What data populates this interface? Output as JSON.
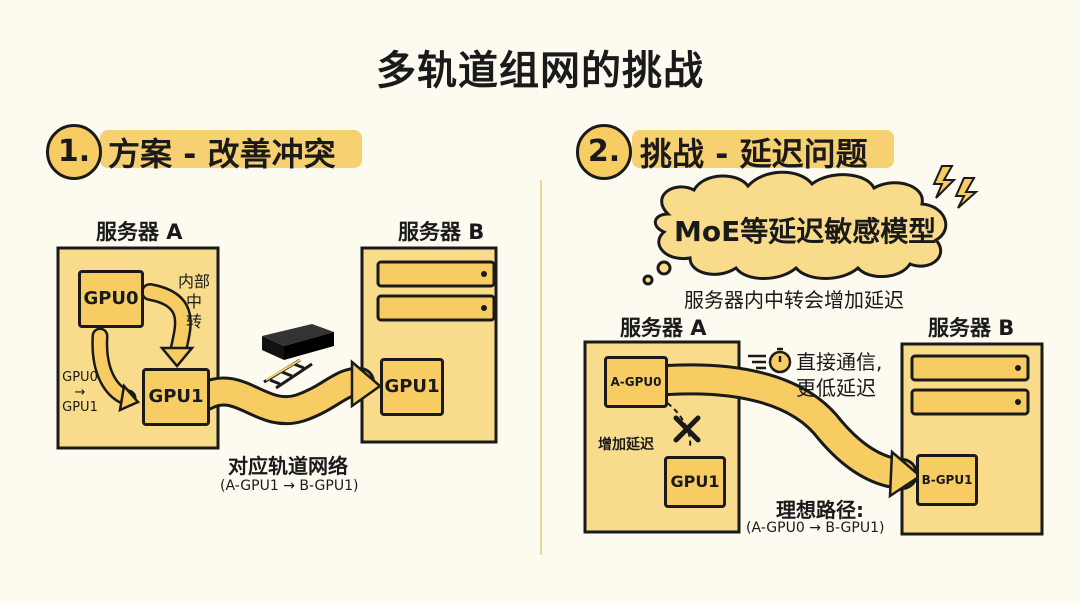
{
  "title": "多轨道组网的挑战",
  "section1": {
    "number": "1.",
    "title": "方案 - 改善冲突",
    "server_a": "服务器 A",
    "server_b": "服务器 B",
    "gpu0": "GPU0",
    "gpu1_a": "GPU1",
    "gpu1_b": "GPU1",
    "internal_relay": [
      "内部",
      "中",
      "转"
    ],
    "gpu0_to_gpu1": [
      "GPU0",
      "→",
      "GPU1"
    ],
    "rail_network": "对应轨道网络",
    "rail_path": "(A-GPU1 → B-GPU1)"
  },
  "section2": {
    "number": "2.",
    "title": "挑战 - 延迟问题",
    "bubble": "MoE等延迟敏感模型",
    "subtitle": "服务器内中转会增加延迟",
    "server_a": "服务器 A",
    "server_b": "服务器 B",
    "a_gpu0": "A-GPU0",
    "a_gpu1": "GPU1",
    "b_gpu1": "B-GPU1",
    "direct_line1": "直接通信,",
    "direct_line2": "更低延迟",
    "added_latency": "增加延迟",
    "ideal_path": "理想路径:",
    "ideal_route": "(A-GPU0 → B-GPU1)"
  },
  "colors": {
    "accent": "#f6cc63",
    "server_fill": "#f8dc8c",
    "ink": "#1a1a1a",
    "background": "#fdfaf0"
  }
}
